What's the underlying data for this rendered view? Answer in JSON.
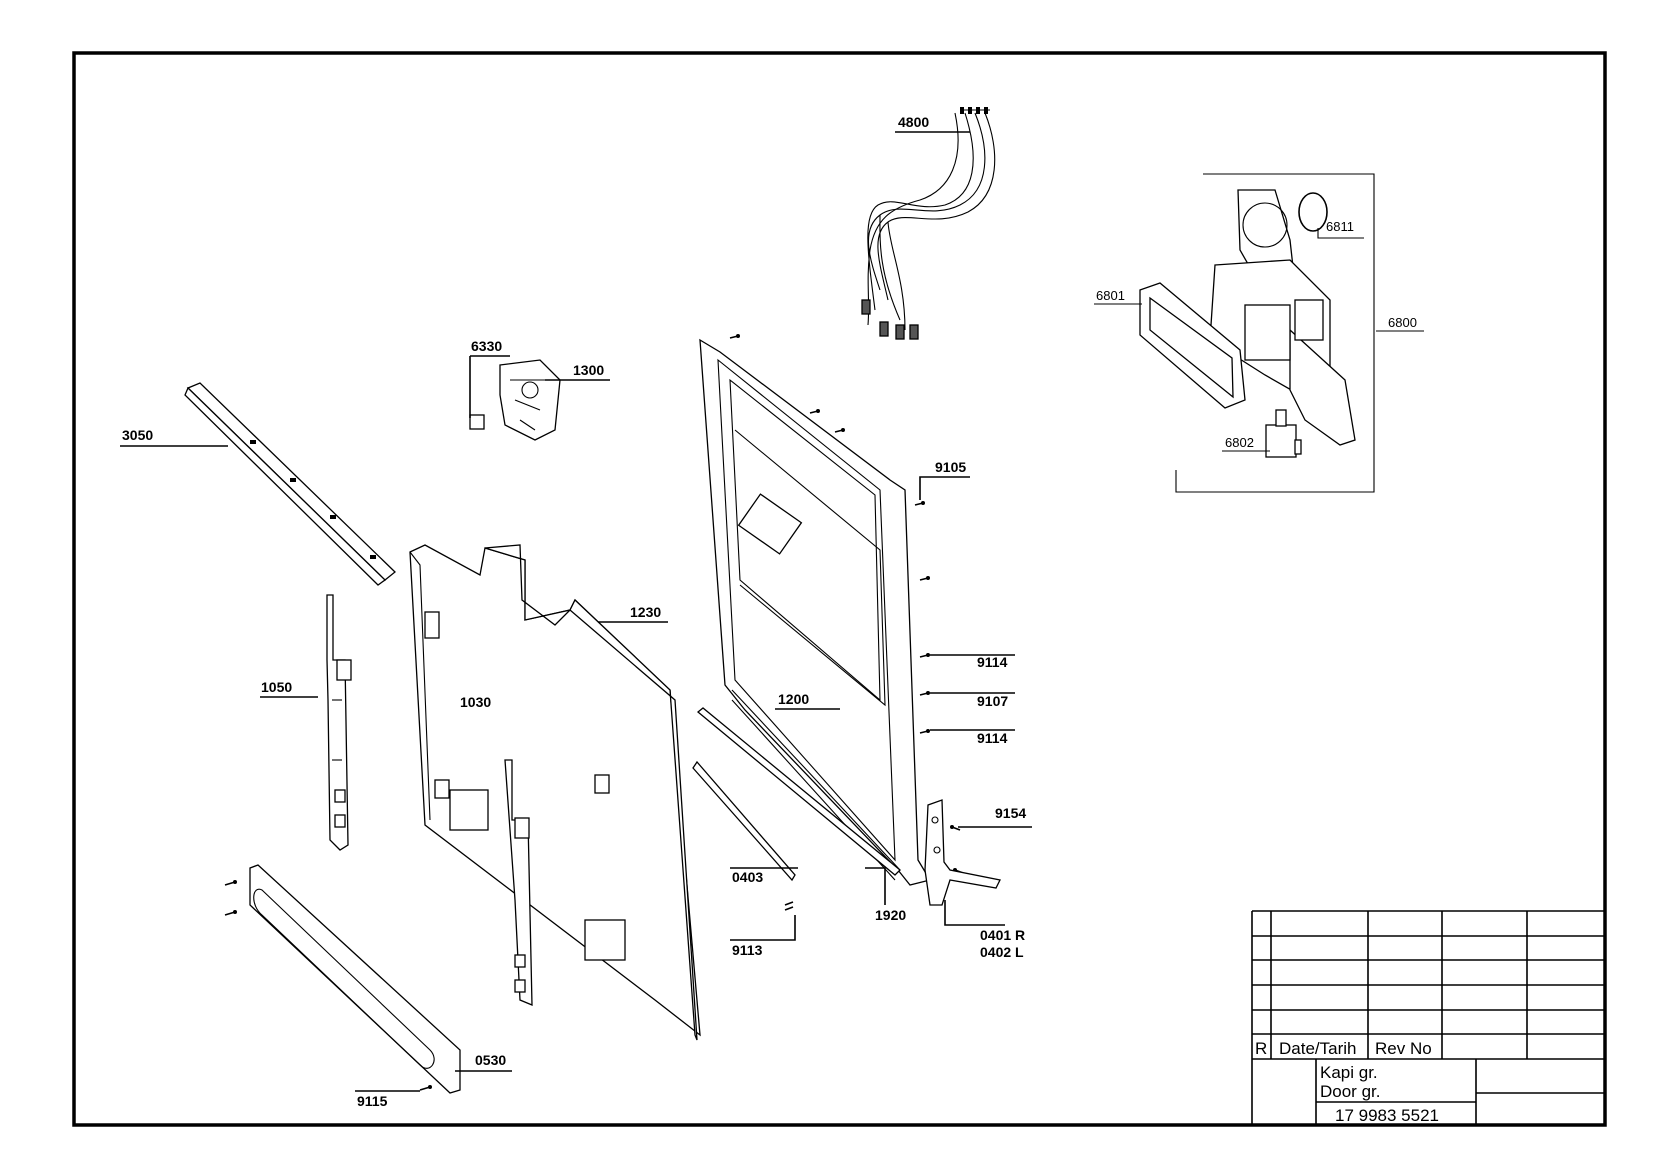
{
  "drawing": {
    "part_labels": {
      "p4800": "4800",
      "p6811": "6811",
      "p6801": "6801",
      "p6800": "6800",
      "p6802": "6802",
      "p6330": "6330",
      "p1300": "1300",
      "p3050": "3050",
      "p9105": "9105",
      "p1230": "1230",
      "p9114a": "9114",
      "p1050": "1050",
      "p1030": "1030",
      "p1200": "1200",
      "p9107": "9107",
      "p9114b": "9114",
      "p9154": "9154",
      "p0403": "0403",
      "p1920": "1920",
      "p0401": "0401 R",
      "p0402": "0402 L",
      "p9113": "9113",
      "p0530": "0530",
      "p9115": "9115"
    }
  },
  "title_block": {
    "rev_col_r": "R",
    "rev_col_date": "Date/Tarih",
    "rev_col_revno": "Rev No",
    "title_tr": "Kapi gr.",
    "title_en": "Door gr.",
    "drawing_number": "17 9983 5521"
  }
}
